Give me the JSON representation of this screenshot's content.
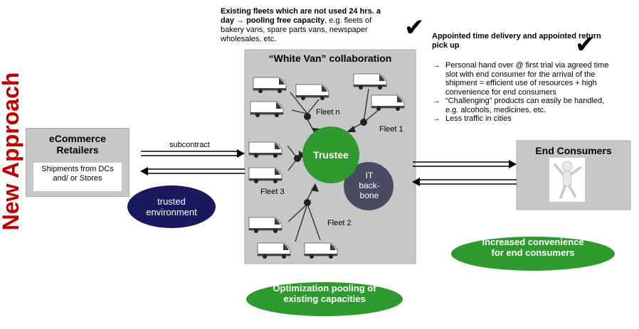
{
  "title_vertical": "New Approach",
  "ecommerce": {
    "title": "eCommerce Retailers",
    "subtitle": "Shipments from DCs and/ or Stores"
  },
  "subcontract_label": "subcontract",
  "trusted_environment": "trusted environment",
  "collab_title": "“White Van” collaboration",
  "trustee_label": "Trustee",
  "it_backbone": "IT back-bone",
  "fleets": {
    "fleet_n": "Fleet n",
    "fleet_1": "Fleet 1",
    "fleet_3": "Fleet 3",
    "fleet_2": "Fleet 2"
  },
  "existing_fleets_note": {
    "bold": "Existing fleets which are not used 24 hrs. a day → pooling free capacity",
    "rest": ", e.g. fleets of bakery vans, spare parts vans, newspaper wholesales, etc."
  },
  "delivery": {
    "title": "Appointed time delivery and appointed return pick up",
    "bullets": [
      "Personal hand over @ first trial via agreed time slot with end consumer for the arrival of the shipment = efficient use of resources + high convenience for end consumers",
      "“Challenging” products can easily be handled, e.g. alcohols, medicines, etc.",
      "Less traffic in cities"
    ],
    "bullet_arrow": "→"
  },
  "end_consumers": "End Consumers",
  "increased_convenience": "Increased convenience for end consumers",
  "optimization": "Optimization pooling of existing capacities",
  "checkmark": "✔",
  "colors": {
    "title_red": "#c00000",
    "green_oval": "#2e9a2e",
    "navy_oval": "#1a1a5e",
    "grey_oval": "#4a4a63",
    "box_grey": "#c7c7c7"
  },
  "icons": [
    "van-icon",
    "person-icon",
    "checkmark-icon"
  ]
}
